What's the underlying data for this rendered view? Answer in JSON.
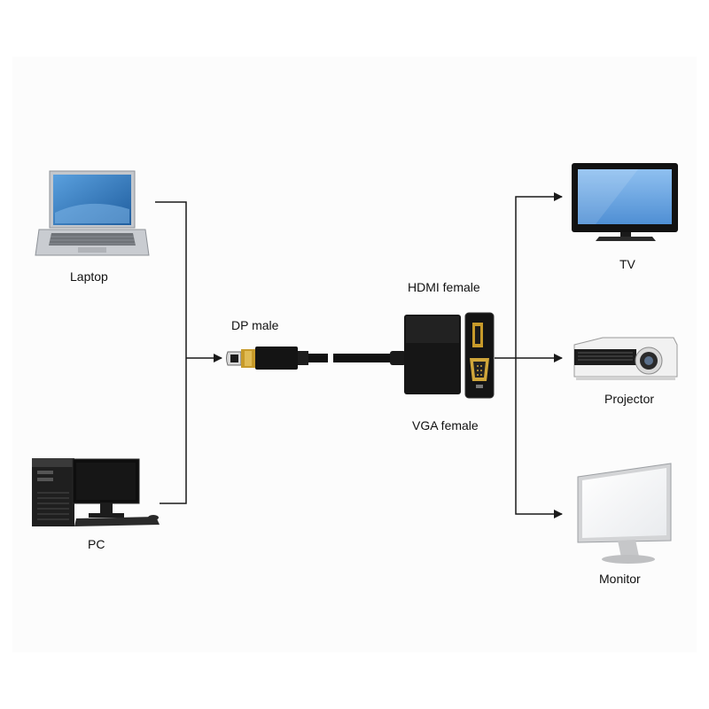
{
  "labels": {
    "laptop": "Laptop",
    "pc": "PC",
    "dp_male": "DP male",
    "hdmi_female": "HDMI female",
    "vga_female": "VGA female",
    "tv": "TV",
    "projector": "Projector",
    "monitor": "Monitor"
  },
  "colors": {
    "background": "#ffffff",
    "panel": "#fcfcfc",
    "line": "#1a1a1a",
    "cable": "#111111",
    "screen_blue": "#2f6fb3",
    "tv_screen": "#6aa6e4",
    "device_silver": "#b9bcc1",
    "device_black": "#141414"
  },
  "icons": [
    "laptop-icon",
    "pc-icon",
    "dp-plug-icon",
    "adapter-icon",
    "tv-icon",
    "projector-icon",
    "monitor-icon"
  ]
}
